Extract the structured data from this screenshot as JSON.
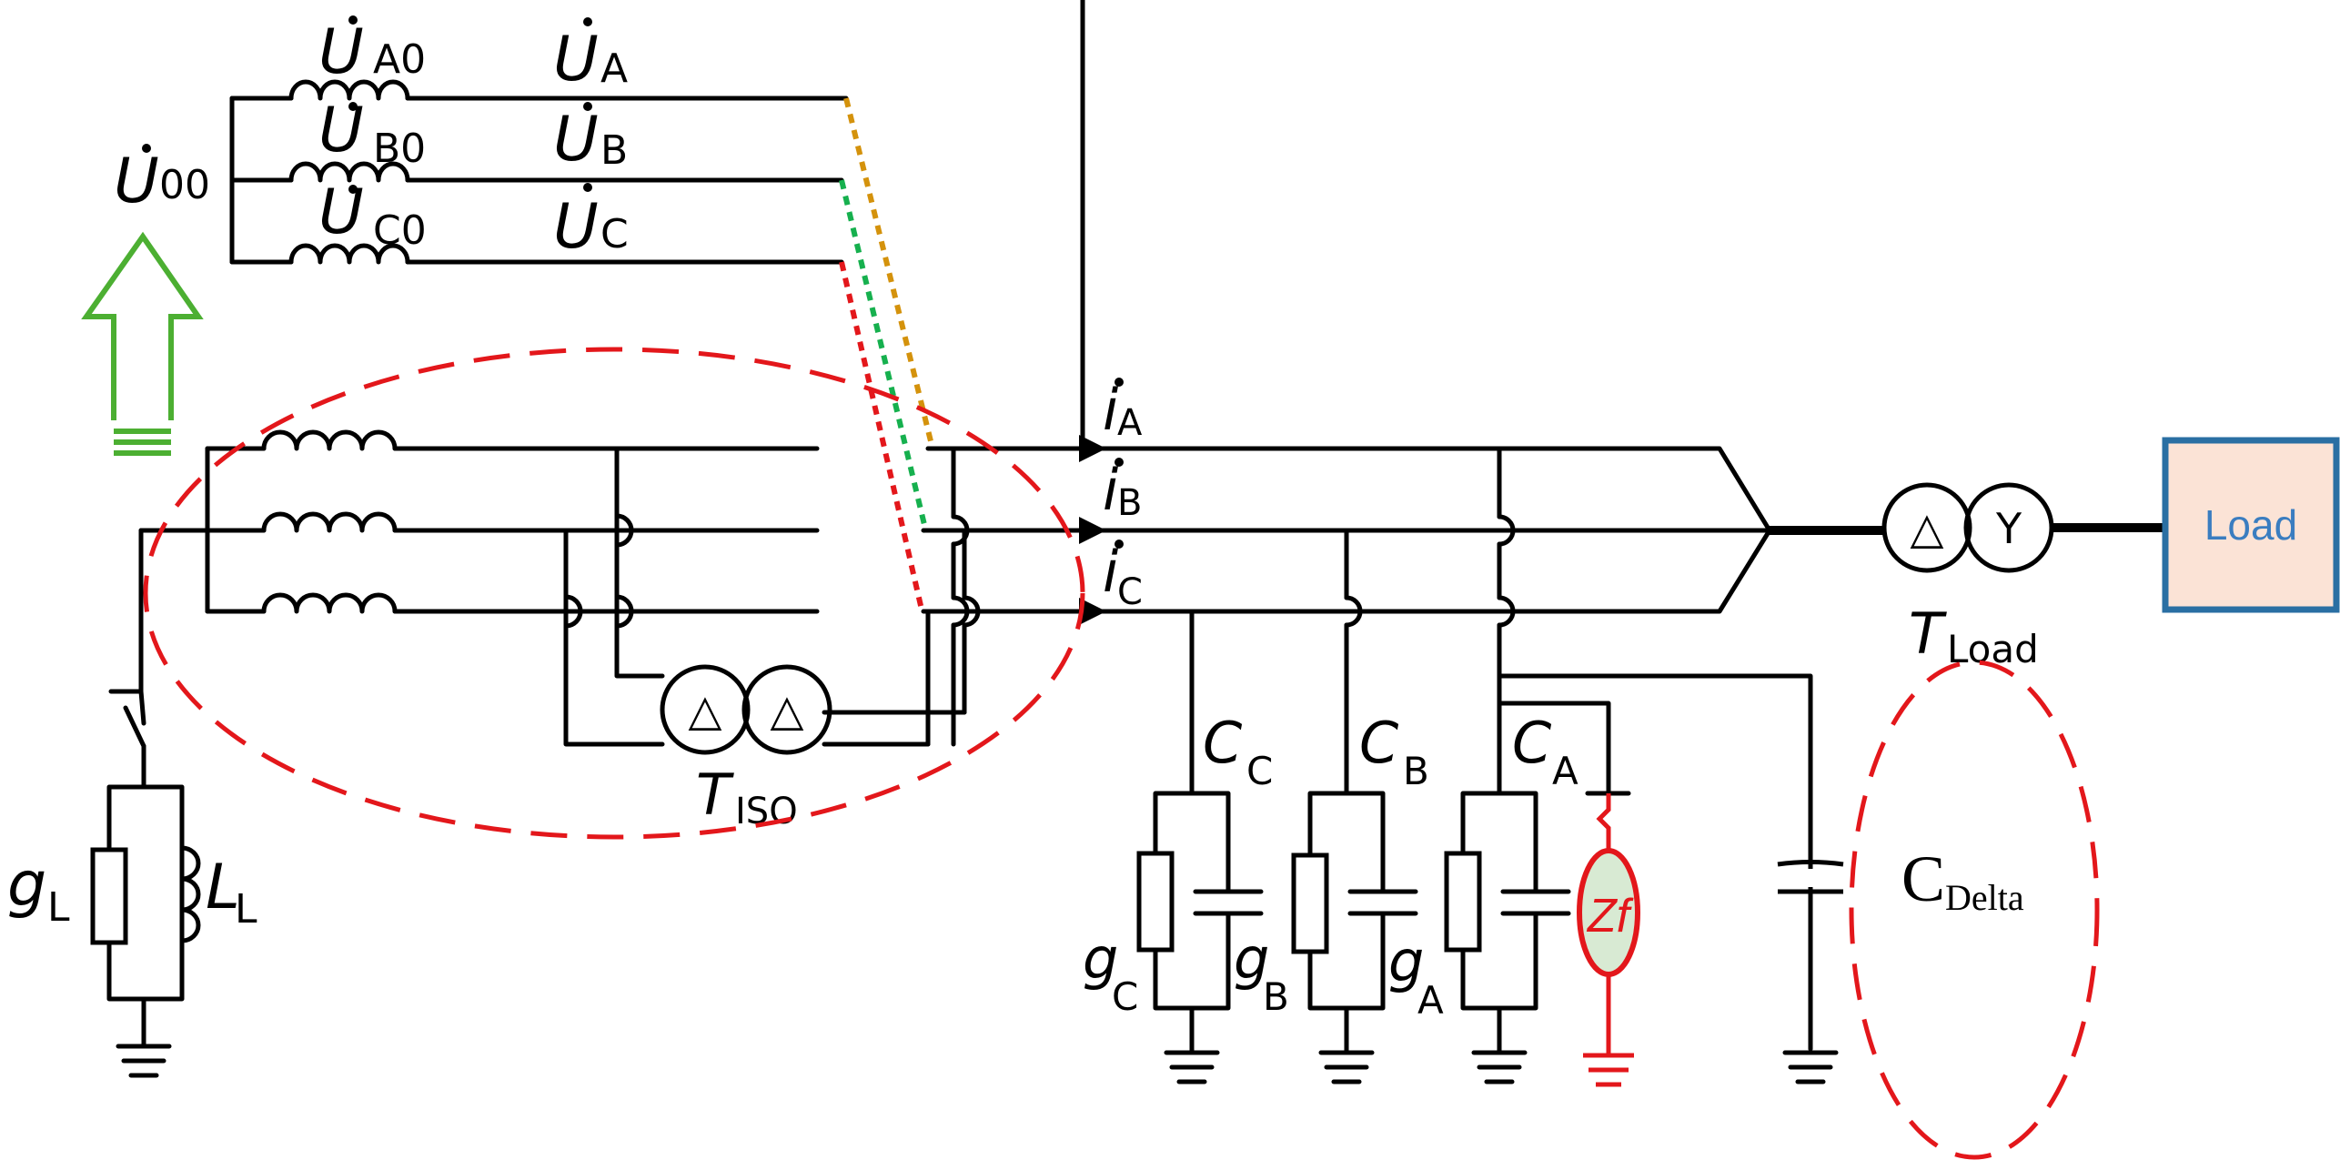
{
  "colors": {
    "wire": "#000000",
    "region_dash": "#e3171b",
    "phase_a_dash": "#d4920c",
    "phase_b_dash": "#16b04e",
    "phase_c_dash": "#e3171b",
    "arrow": "#4caf32",
    "load_fill": "#fbe3d6",
    "load_border": "#2a6fa3",
    "load_text": "#3a7dc0",
    "fault": "#e3171b",
    "fault_fill": "#d8ead3"
  },
  "icons": {
    "arrow": "hollow-up-arrow-icon",
    "delta": "delta-triangle-icon",
    "wye": "wye-icon",
    "ground": "ground-icon",
    "capacitor": "capacitor-icon",
    "resistor": "resistor-icon",
    "inductor": "inductor-coil-icon",
    "switch": "switch-icon"
  },
  "voltages": {
    "neutral": {
      "symbol": "U",
      "sub": "00"
    },
    "source": [
      {
        "symbol": "U",
        "sub": "A0"
      },
      {
        "symbol": "U",
        "sub": "B0"
      },
      {
        "symbol": "U",
        "sub": "C0"
      }
    ],
    "phase": [
      {
        "symbol": "U",
        "sub": "A"
      },
      {
        "symbol": "U",
        "sub": "B"
      },
      {
        "symbol": "U",
        "sub": "C"
      }
    ]
  },
  "currents": [
    {
      "symbol": "i",
      "sub": "A"
    },
    {
      "symbol": "i",
      "sub": "B"
    },
    {
      "symbol": "i",
      "sub": "C"
    }
  ],
  "transformers": {
    "iso": {
      "symbol": "T",
      "sub": "ISO",
      "left": "△",
      "right": "△"
    },
    "load": {
      "symbol": "T",
      "sub": "Load",
      "left": "△",
      "right": "Y"
    }
  },
  "load_box": {
    "label": "Load"
  },
  "grounding": {
    "g": {
      "symbol": "g",
      "sub": "L"
    },
    "l": {
      "symbol": "L",
      "sub": "L"
    }
  },
  "phase_capacitances": [
    {
      "symbol": "C",
      "sub": "C"
    },
    {
      "symbol": "C",
      "sub": "B"
    },
    {
      "symbol": "C",
      "sub": "A"
    }
  ],
  "conductances": [
    {
      "symbol": "g",
      "sub": "C"
    },
    {
      "symbol": "g",
      "sub": "B"
    },
    {
      "symbol": "g",
      "sub": "A"
    }
  ],
  "fault": {
    "label": "Zf"
  },
  "delta_cap": {
    "symbol": "C",
    "sub": "Delta"
  }
}
